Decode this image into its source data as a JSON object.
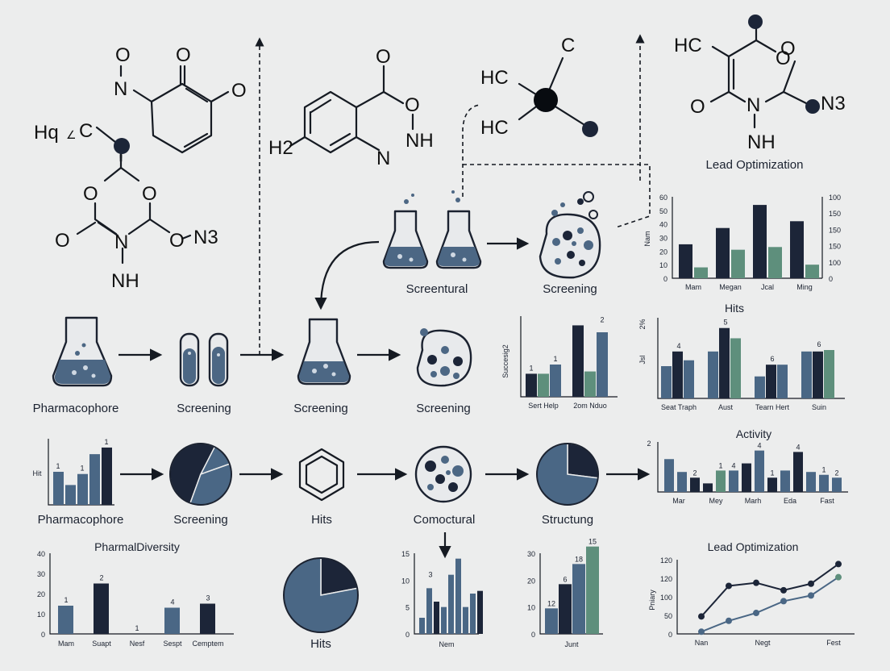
{
  "molecules": {
    "m1": {
      "atoms": [
        "O",
        "N",
        "O",
        "O"
      ]
    },
    "m2": {
      "atoms": [
        "O",
        "O",
        "NH",
        "N",
        "H2"
      ]
    },
    "m3": {
      "atoms": [
        "HC",
        "HC",
        "C"
      ]
    },
    "m4": {
      "atoms": [
        "HC",
        "O",
        "O",
        "N",
        "O",
        "N3",
        "NH"
      ]
    },
    "m5": {
      "atoms": [
        "Hq",
        "C",
        "O",
        "O",
        "O",
        "N",
        "O",
        "N3",
        "NH"
      ]
    }
  },
  "flow": {
    "lead_optimization_top": "Lead Optimization",
    "screentural": "Screentural",
    "screening_top": "Screening",
    "row1": [
      "Pharmacophore",
      "Screening",
      "Screening",
      "Screening"
    ],
    "row2": [
      "Pharmacophore",
      "Screening",
      "Hits",
      "Comoctural",
      "Structung"
    ],
    "hits_pie_label": "Hits"
  },
  "charts": {
    "top_right": {
      "type": "bar",
      "ylabel": "Nam",
      "y_ticks": [
        "60",
        "50",
        "40",
        "30",
        "20",
        "10",
        "0"
      ],
      "y2_ticks": [
        "100",
        "150",
        "150",
        "150",
        "100",
        "0"
      ],
      "categories": [
        "Mam",
        "Megan",
        "Jcal",
        "Ming"
      ],
      "series": [
        {
          "values": [
            25,
            37,
            54,
            42
          ]
        },
        {
          "values": [
            8,
            21,
            23,
            10
          ]
        }
      ],
      "ylim": [
        0,
        60
      ]
    },
    "hits": {
      "type": "bar",
      "title": "Hits",
      "ylabel": "Jsl",
      "ymax_label": "2%",
      "categories": [
        "Seat Traph",
        "Aust",
        "Tearn Hert",
        "Suin"
      ],
      "data_labels": [
        "4",
        "5",
        "6",
        "6"
      ],
      "series": [
        {
          "values": [
            2.2,
            3.2,
            1.5,
            3.2
          ]
        },
        {
          "values": [
            3.2,
            4.8,
            2.3,
            3.2
          ]
        },
        {
          "values": [
            2.6,
            4.1,
            2.3,
            3.3
          ]
        }
      ],
      "ylim": [
        0,
        5.5
      ]
    },
    "succesig": {
      "type": "bar",
      "ylabel": "Succesig2",
      "categories": [
        "Sert Help",
        "2om Nduo"
      ],
      "data_labels": [
        "1",
        "1",
        "2"
      ],
      "series": [
        {
          "values": [
            1,
            3.1
          ]
        },
        {
          "values": [
            1,
            1.1
          ]
        },
        {
          "values": [
            1.4,
            2.8
          ]
        }
      ],
      "ylim": [
        0,
        3.5
      ]
    },
    "hit_small": {
      "type": "bar",
      "ylabel": "Hit",
      "data_labels": [
        "1",
        "1",
        "1"
      ],
      "values": [
        1.5,
        0.9,
        1.4,
        2.3,
        2.6
      ],
      "ylim": [
        0,
        3
      ]
    },
    "activity": {
      "type": "bar",
      "title": "Activity",
      "ymax_label": "2",
      "categories": [
        "Mar",
        "Mey",
        "Marh",
        "Eda",
        "Fast"
      ],
      "data_labels": [
        "2",
        "1",
        "4",
        "4",
        "1",
        "4",
        "1",
        "2"
      ],
      "values": [
        2.3,
        1.4,
        1.0,
        0.6,
        1.5,
        1.5,
        2.0,
        2.9,
        1.0,
        1.5,
        2.8,
        1.4,
        1.2,
        1.0
      ],
      "ylim": [
        0,
        3.5
      ]
    },
    "pharmal_diversity": {
      "type": "bar",
      "title": "PharmalDiversity",
      "y_ticks": [
        "40",
        "30",
        "20",
        "10",
        "0"
      ],
      "categories": [
        "Mam",
        "Suapt",
        "Nesf",
        "Sespt",
        "Cemptem"
      ],
      "data_labels": [
        "1",
        "2",
        "1",
        "4",
        "3"
      ],
      "values": [
        14,
        25,
        0,
        13,
        15
      ],
      "ylim": [
        0,
        40
      ]
    },
    "nem": {
      "type": "bar",
      "y_ticks": [
        "15",
        "10",
        "5",
        "0"
      ],
      "categories": [
        "Nem"
      ],
      "data_labels": [
        "3"
      ],
      "values": [
        3,
        8.5,
        6,
        5,
        11,
        14,
        5,
        7.5,
        8
      ],
      "ylim": [
        0,
        15
      ]
    },
    "junt": {
      "type": "bar",
      "y_ticks": [
        "30",
        "20",
        "10",
        "0"
      ],
      "categories": [
        "Junt"
      ],
      "data_labels": [
        "12",
        "6",
        "18",
        "15"
      ],
      "values": [
        9.5,
        18.5,
        26,
        32.5
      ],
      "ylim": [
        0,
        30
      ]
    },
    "lead_optimization": {
      "type": "line",
      "title": "Lead Optimization",
      "ylabel": "Pniary",
      "y_ticks": [
        "120",
        "120",
        "100",
        "50",
        "0"
      ],
      "categories": [
        "Nan",
        "Negt",
        "Fest"
      ],
      "series": [
        {
          "values": [
            40,
            110,
            117,
            100,
            115,
            160
          ]
        },
        {
          "values": [
            5,
            30,
            48,
            75,
            88,
            130
          ]
        }
      ],
      "ylim": [
        0,
        170
      ]
    },
    "screening_pie": {
      "type": "pie",
      "values": [
        52,
        12,
        36
      ]
    },
    "structung_pie": {
      "type": "pie",
      "values": [
        27,
        73
      ]
    },
    "hits_pie": {
      "type": "pie",
      "values": [
        22,
        78
      ]
    }
  },
  "colors": {
    "dark": "#1c2538",
    "slate": "#4a6785",
    "teal": "#5e8f7c"
  }
}
